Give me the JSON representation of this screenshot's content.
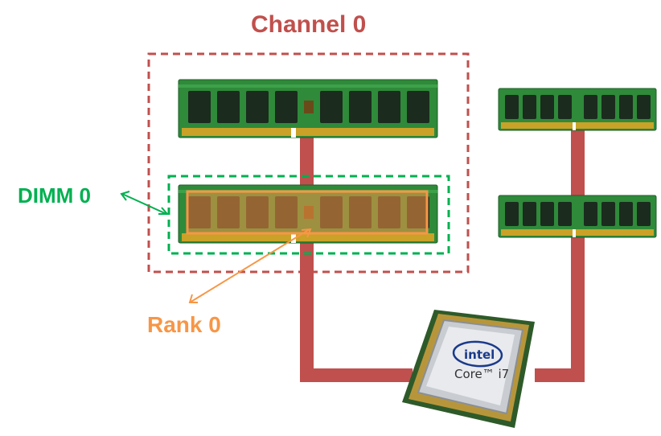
{
  "labels": {
    "channel": "Channel 0",
    "dimm": "DIMM 0",
    "rank": "Rank 0"
  },
  "cpu": {
    "brand": "intel",
    "model": "Core™ i7"
  },
  "colors": {
    "channel": "#c0504d",
    "dimm": "#00b050",
    "rank": "#f79646",
    "bus": "#c0504d",
    "pcb": "#2f8a3a",
    "chip": "#1b2b1e",
    "gold": "#c9a227"
  },
  "icons": [
    "ram-module-icon",
    "cpu-chip-icon"
  ]
}
